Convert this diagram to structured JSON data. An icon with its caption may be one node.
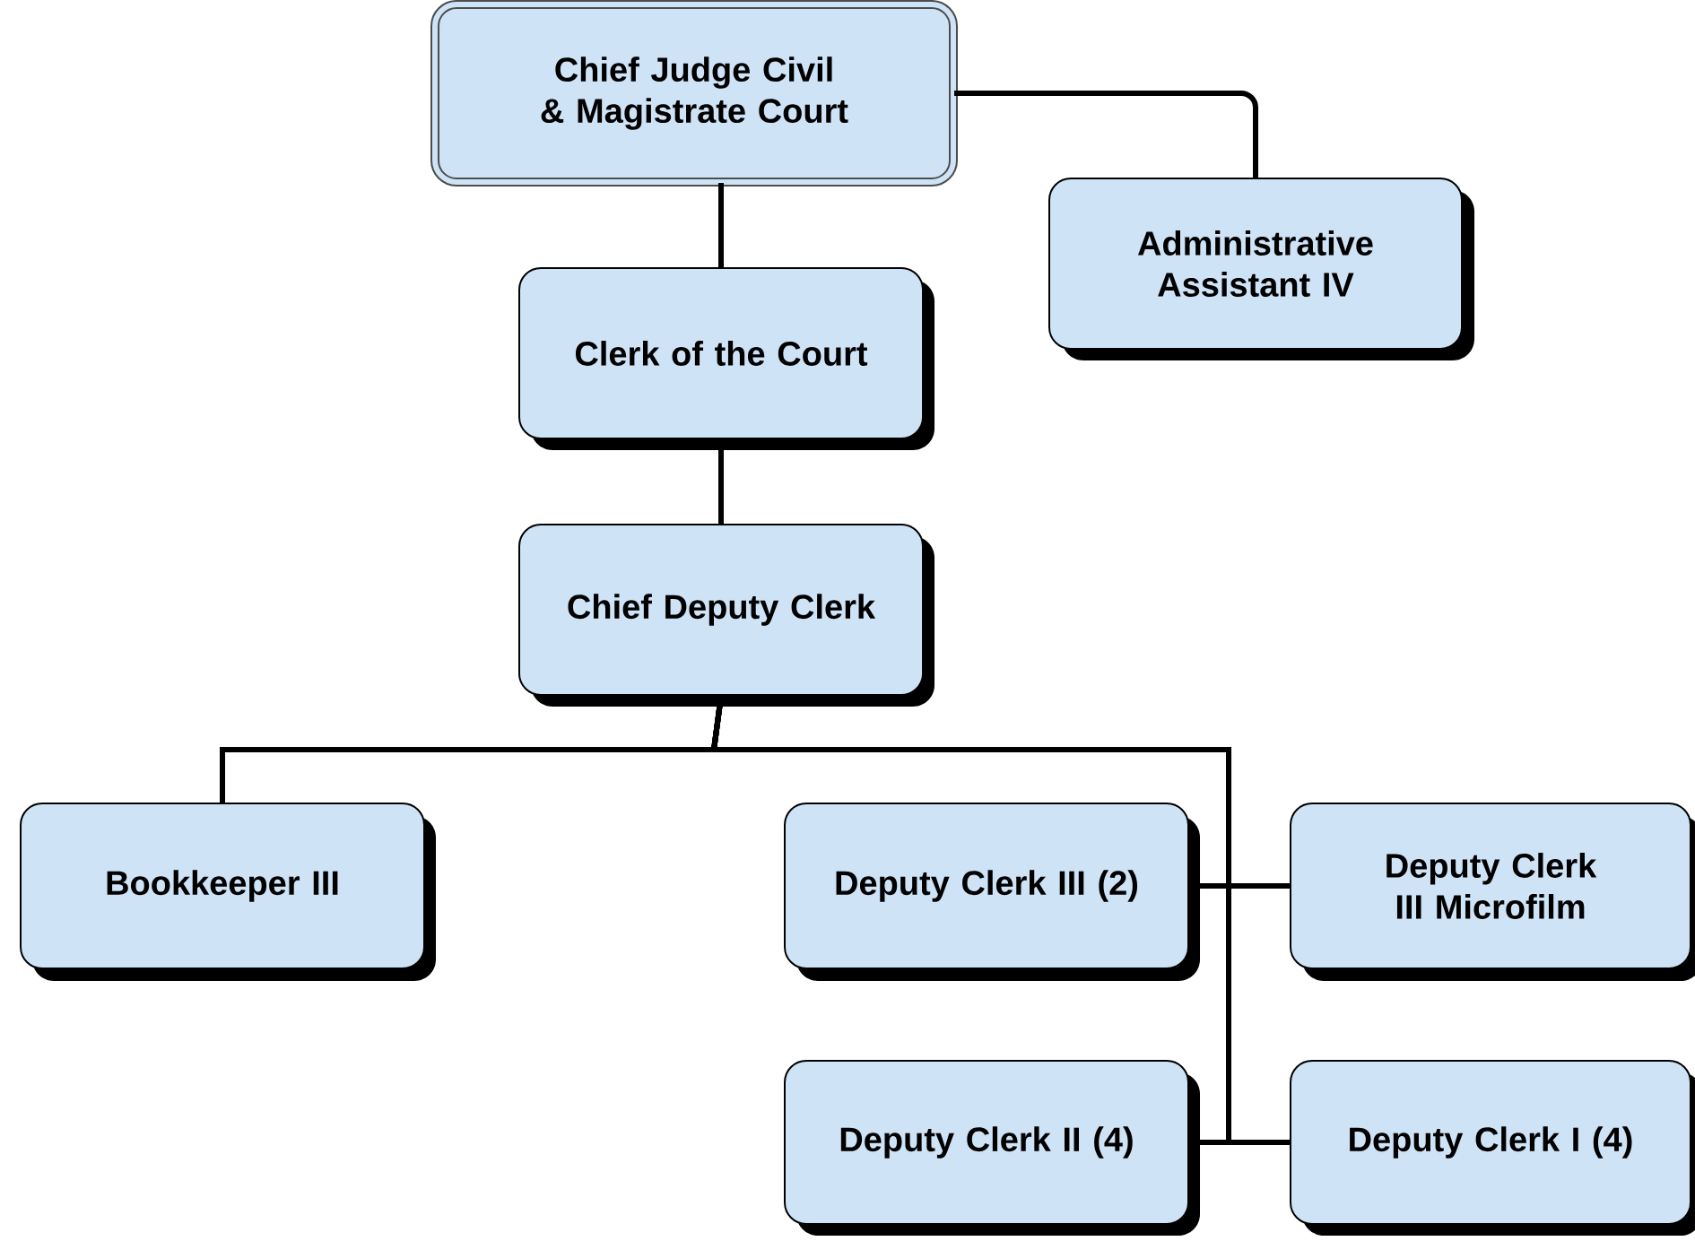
{
  "diagram": {
    "nodes": [
      {
        "text": [
          "Chief Judge Civil & Magistrate Court"
        ]
      },
      {
        "text": [
          "Administrative Assistant IV"
        ]
      },
      {
        "text": [
          "Clerk of the Court"
        ]
      },
      {
        "text": [
          "Chief Deputy Clerk"
        ]
      },
      {
        "text": [
          "Bookkeeper III"
        ]
      },
      {
        "text": [
          "Deputy Clerk III (2)"
        ]
      },
      {
        "text": [
          "Deputy Clerk III Microfilm"
        ]
      },
      {
        "text": [
          "Deputy Clerk II (4)"
        ]
      },
      {
        "text": [
          "Deputy Clerk I (4)"
        ]
      }
    ],
    "edges": [
      {
        "from": 0,
        "to": 1,
        "arrow": "none"
      },
      {
        "from": 0,
        "to": 2,
        "arrow": "none"
      },
      {
        "from": 2,
        "to": 3,
        "arrow": "none"
      },
      {
        "from": 3,
        "to": 4,
        "arrow": "none"
      },
      {
        "from": 3,
        "to": 5,
        "arrow": "none"
      },
      {
        "from": 3,
        "to": 6,
        "arrow": "none"
      },
      {
        "from": 3,
        "to": 7,
        "arrow": "none"
      },
      {
        "from": 3,
        "to": 8,
        "arrow": "none"
      }
    ]
  }
}
